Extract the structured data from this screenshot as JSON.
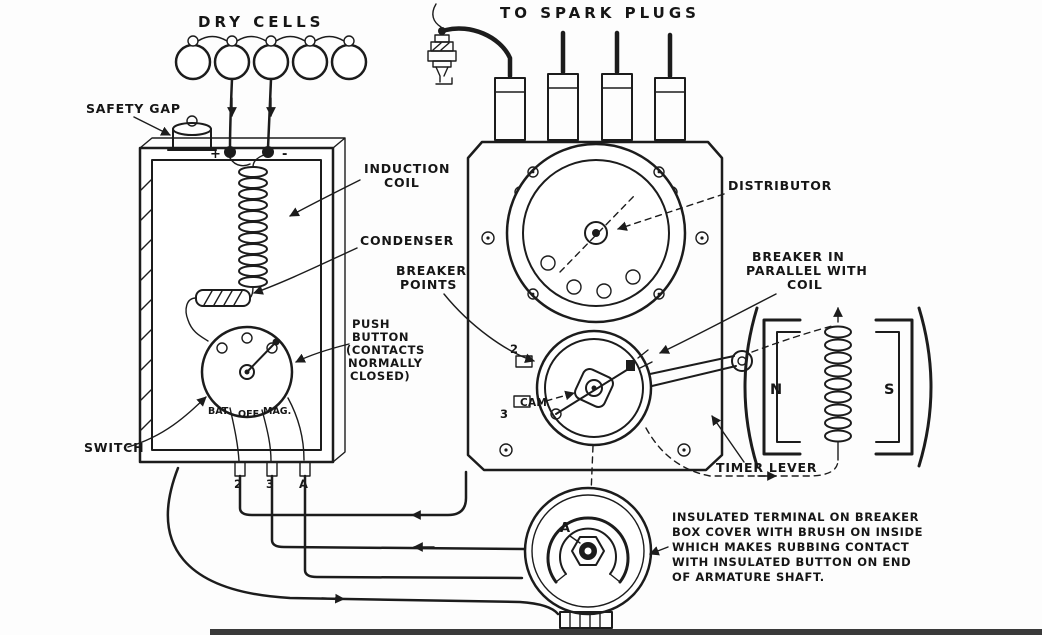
{
  "figure": {
    "title": "Battery ignition system diagram",
    "ink_color": "#1c1c1c",
    "paper_color": "#fdfdfd"
  },
  "labels": {
    "dry_cells": "DRY CELLS",
    "to_spark_plugs": "TO SPARK PLUGS",
    "safety_gap": "SAFETY GAP",
    "induction_coil": [
      "INDUCTION",
      "COIL"
    ],
    "condenser": "CONDENSER",
    "breaker_points": [
      "BREAKER",
      "POINTS"
    ],
    "push_button": [
      "PUSH",
      "BUTTON",
      "(CONTACTS",
      "NORMALLY",
      "CLOSED)"
    ],
    "switch": "SWITCH",
    "distributor": "DISTRIBUTOR",
    "breaker_in_parallel": [
      "BREAKER IN",
      "PARALLEL WITH",
      "COIL"
    ],
    "timer_lever": "TIMER LEVER",
    "cam": "CAM",
    "insulated_terminal_note": [
      "INSULATED TERMINAL ON BREAKER",
      "BOX COVER WITH BRUSH ON INSIDE",
      "WHICH MAKES RUBBING CONTACT",
      "WITH INSULATED BUTTON ON END",
      "OF ARMATURE SHAFT."
    ]
  },
  "markings": {
    "switch_positions": [
      "BAT.",
      "OFF",
      "MAG."
    ],
    "battery_polarity": [
      "+",
      "-"
    ],
    "coil_box_terminals": [
      "2",
      "3",
      "A"
    ],
    "breaker_terminals": [
      "2",
      "3"
    ],
    "magnet_poles": [
      "N",
      "S"
    ],
    "cover_terminal": "A"
  }
}
